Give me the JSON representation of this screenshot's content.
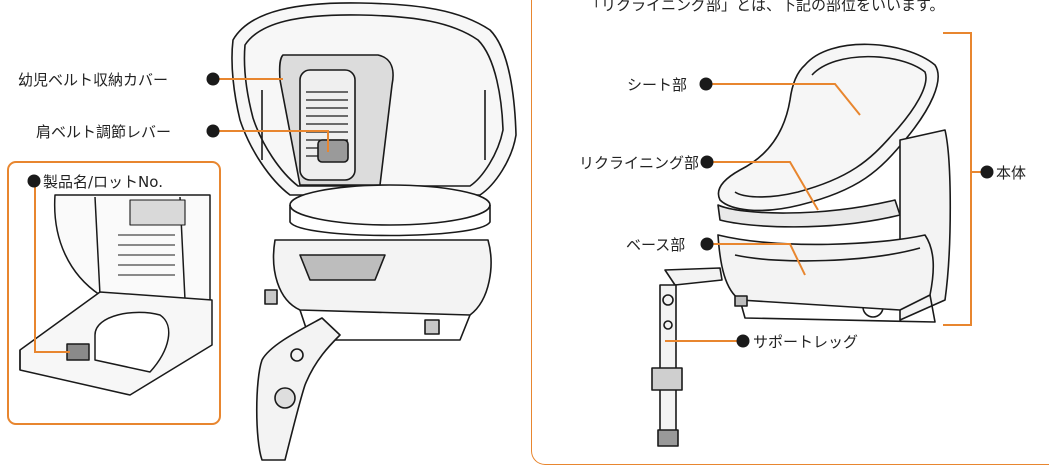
{
  "left_labels": {
    "infant_belt_cover": "幼児ベルト収納カバー",
    "shoulder_belt_lever": "肩ベルト調節レバー",
    "product_name_lot": "製品名/ロットNo."
  },
  "right_panel": {
    "note": "「リクライニング部」とは、下記の部位をいいます。",
    "seat": "シート部",
    "reclining": "リクライニング部",
    "base": "ベース部",
    "body": "本体",
    "support_leg": "サポートレッグ"
  },
  "colors": {
    "accent": "#e8862f",
    "line": "#1a1a1a",
    "shade": "#555555"
  }
}
